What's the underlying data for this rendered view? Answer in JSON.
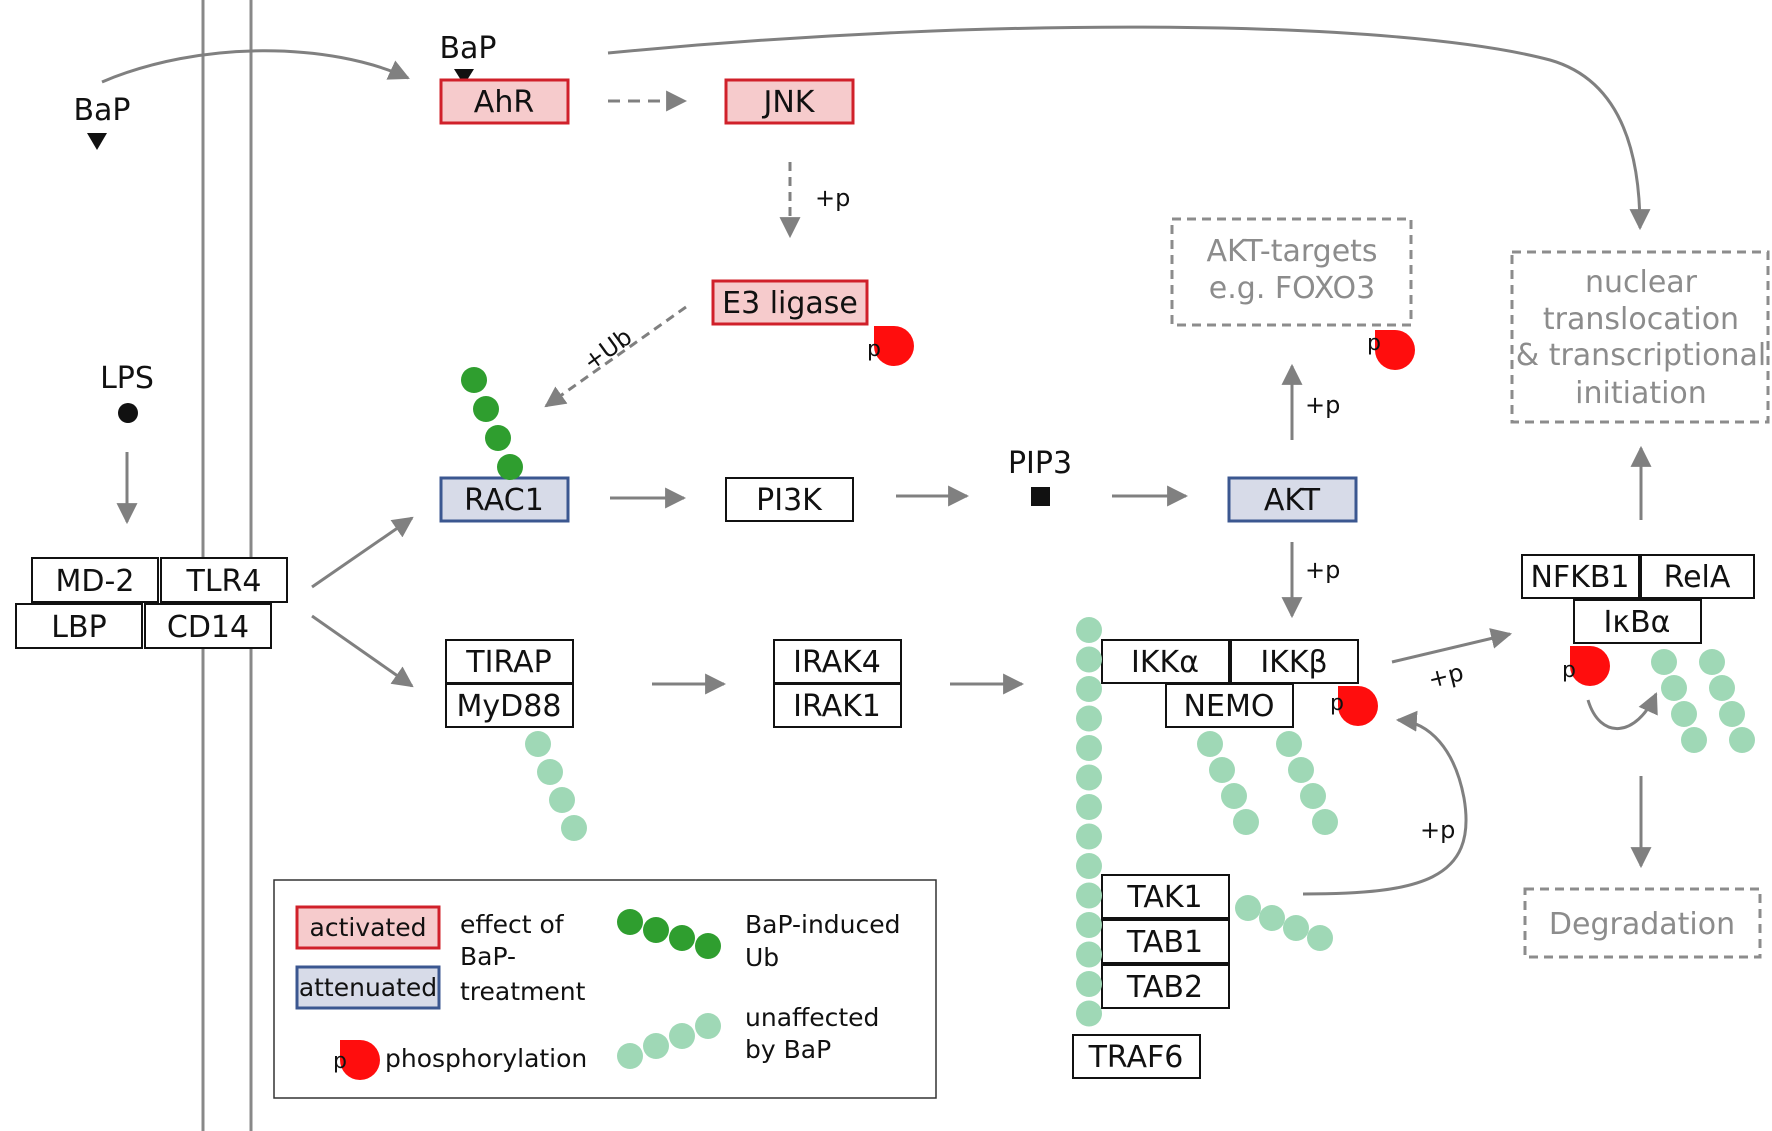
{
  "colors": {
    "activated_fill": "#f6cbcc",
    "activated_stroke": "#d0202a",
    "attenuated_fill": "#d7dbe8",
    "attenuated_stroke": "#3b5790",
    "normal_stroke": "#111111",
    "arrow": "#808080",
    "dashed_box": "#8c8c8c",
    "phospho": "#ff0d0d",
    "ub_induced": "#2f9e2f",
    "ub_unaffected": "#9fd8b6"
  },
  "ligands": {
    "bap_outside": "BaP",
    "bap_inside": "BaP",
    "lps": "LPS",
    "pip3": "PIP3"
  },
  "receptors": {
    "md2": "MD-2",
    "tlr4": "TLR4",
    "lbp": "LBP",
    "cd14": "CD14"
  },
  "nodes": {
    "ahr": "AhR",
    "jnk": "JNK",
    "e3_ligase": "E3 ligase",
    "rac1": "RAC1",
    "pi3k": "PI3K",
    "akt": "AKT",
    "akt_targets_line1": "AKT-targets",
    "akt_targets_line2": "e.g. FOXO3",
    "tirap": "TIRAP",
    "myd88": "MyD88",
    "irak4": "IRAK4",
    "irak1": "IRAK1",
    "ikka": "IKKα",
    "ikkb": "IKKβ",
    "nemo": "NEMO",
    "tak1": "TAK1",
    "tab1": "TAB1",
    "tab2": "TAB2",
    "traf6": "TRAF6",
    "nfkb1": "NFKB1",
    "rela": "RelA",
    "ikba": "IκBα",
    "nuclear_line1": "nuclear",
    "nuclear_line2": "translocation",
    "nuclear_line3": "& transcriptional",
    "nuclear_line4": "initiation",
    "degradation": "Degradation"
  },
  "edge_labels": {
    "jnk_e3": "+p",
    "e3_rac1": "+Ub",
    "akt_targets": "+p",
    "akt_ikk": "+p",
    "ikk_nfkb": "+p",
    "tak1_ikk": "+p"
  },
  "phospho_label": "p",
  "legend": {
    "activated": "activated",
    "attenuated": "attenuated",
    "effect_line1": "effect of",
    "effect_line2": "BaP-",
    "effect_line3": "treatment",
    "phosphorylation": "phosphorylation",
    "induced_line1": "BaP-induced",
    "induced_line2": "Ub",
    "unaffected_line1": "unaffected",
    "unaffected_line2": "by BaP"
  }
}
